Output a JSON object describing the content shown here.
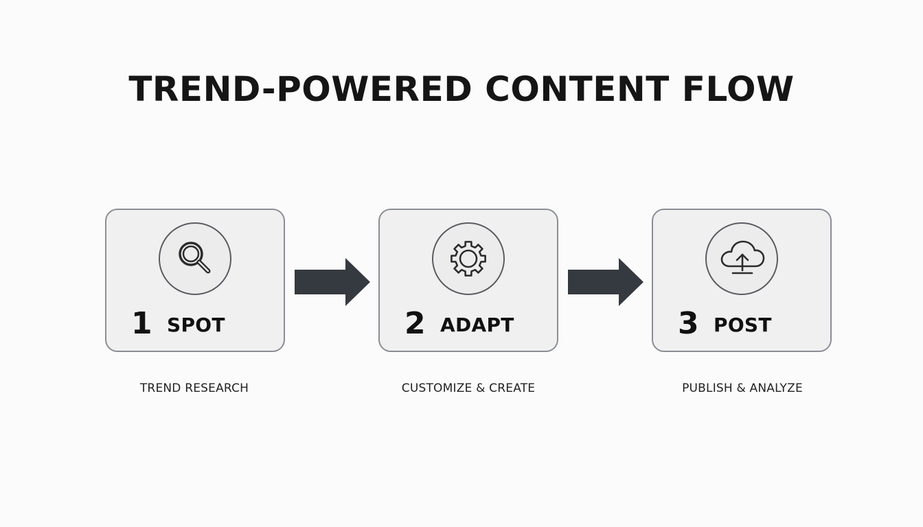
{
  "title": "TREND-POWERED CONTENT FLOW",
  "steps": [
    {
      "number": "1",
      "label": "SPOT",
      "caption": "TREND RESEARCH",
      "icon": "magnifier-icon"
    },
    {
      "number": "2",
      "label": "ADAPT",
      "caption": "CUSTOMIZE & CREATE",
      "icon": "gear-icon"
    },
    {
      "number": "3",
      "label": "POST",
      "caption": "PUBLISH & ANALYZE",
      "icon": "cloud-upload-icon"
    }
  ],
  "colors": {
    "background": "#fbfbfb",
    "card_fill": "#f0f0f0",
    "card_border": "#8a8d94",
    "arrow": "#353a40",
    "text": "#111111"
  }
}
